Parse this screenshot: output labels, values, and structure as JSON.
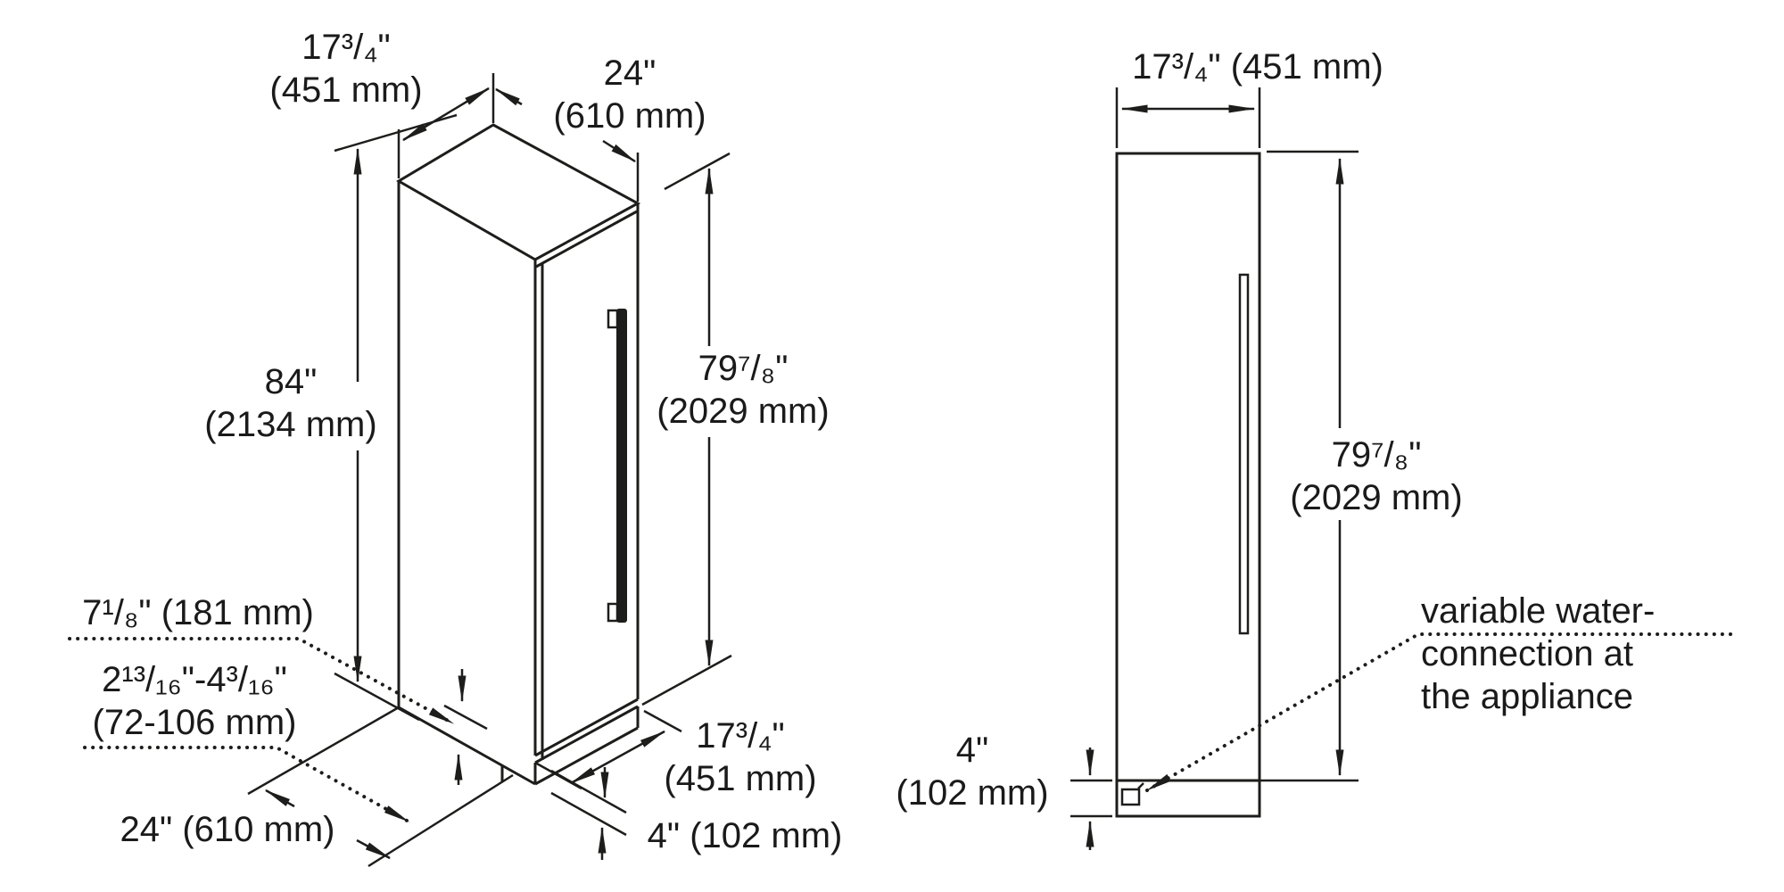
{
  "diagram": {
    "type": "appliance installation dimension drawing",
    "background_color": "#ffffff",
    "line_color": "#1d1d1b",
    "handle_color": "#3a3a3a"
  },
  "figures": {
    "left": {
      "view": "isometric view of column appliance",
      "labels": {
        "width_top": {
          "line1": "17³/₄\"",
          "line2": "(451 mm)"
        },
        "depth_top": {
          "line1": "24\"",
          "line2": "(610 mm)"
        },
        "niche_height": {
          "line1": "84\"",
          "line2": "(2134 mm)"
        },
        "appliance_height": {
          "line1": "79⁷/₈\"",
          "line2": "(2029 mm)"
        },
        "water_offset": {
          "text": "7¹/₈\" (181 mm)"
        },
        "toe_adjust_range": {
          "line1": "2¹³/₁₆\"-4³/₁₆\"",
          "line2": "(72-106 mm)"
        },
        "depth_bottom": {
          "text": "24\" (610 mm)"
        },
        "width_bottom": {
          "line1": "17³/₄\"",
          "line2": "(451 mm)"
        },
        "toe_kick_height": {
          "text": "4\" (102 mm)"
        }
      }
    },
    "right": {
      "view": "front view of column appliance",
      "labels": {
        "width_top": {
          "text": "17³/₄\" (451 mm)"
        },
        "appliance_height": {
          "line1": "79⁷/₈\"",
          "line2": "(2029 mm)"
        },
        "toe_kick_height": {
          "line1": "4\"",
          "line2": "(102 mm)"
        },
        "water_note": {
          "line1": "variable water-",
          "line2": "connection at",
          "line3": "the appliance"
        }
      }
    }
  }
}
